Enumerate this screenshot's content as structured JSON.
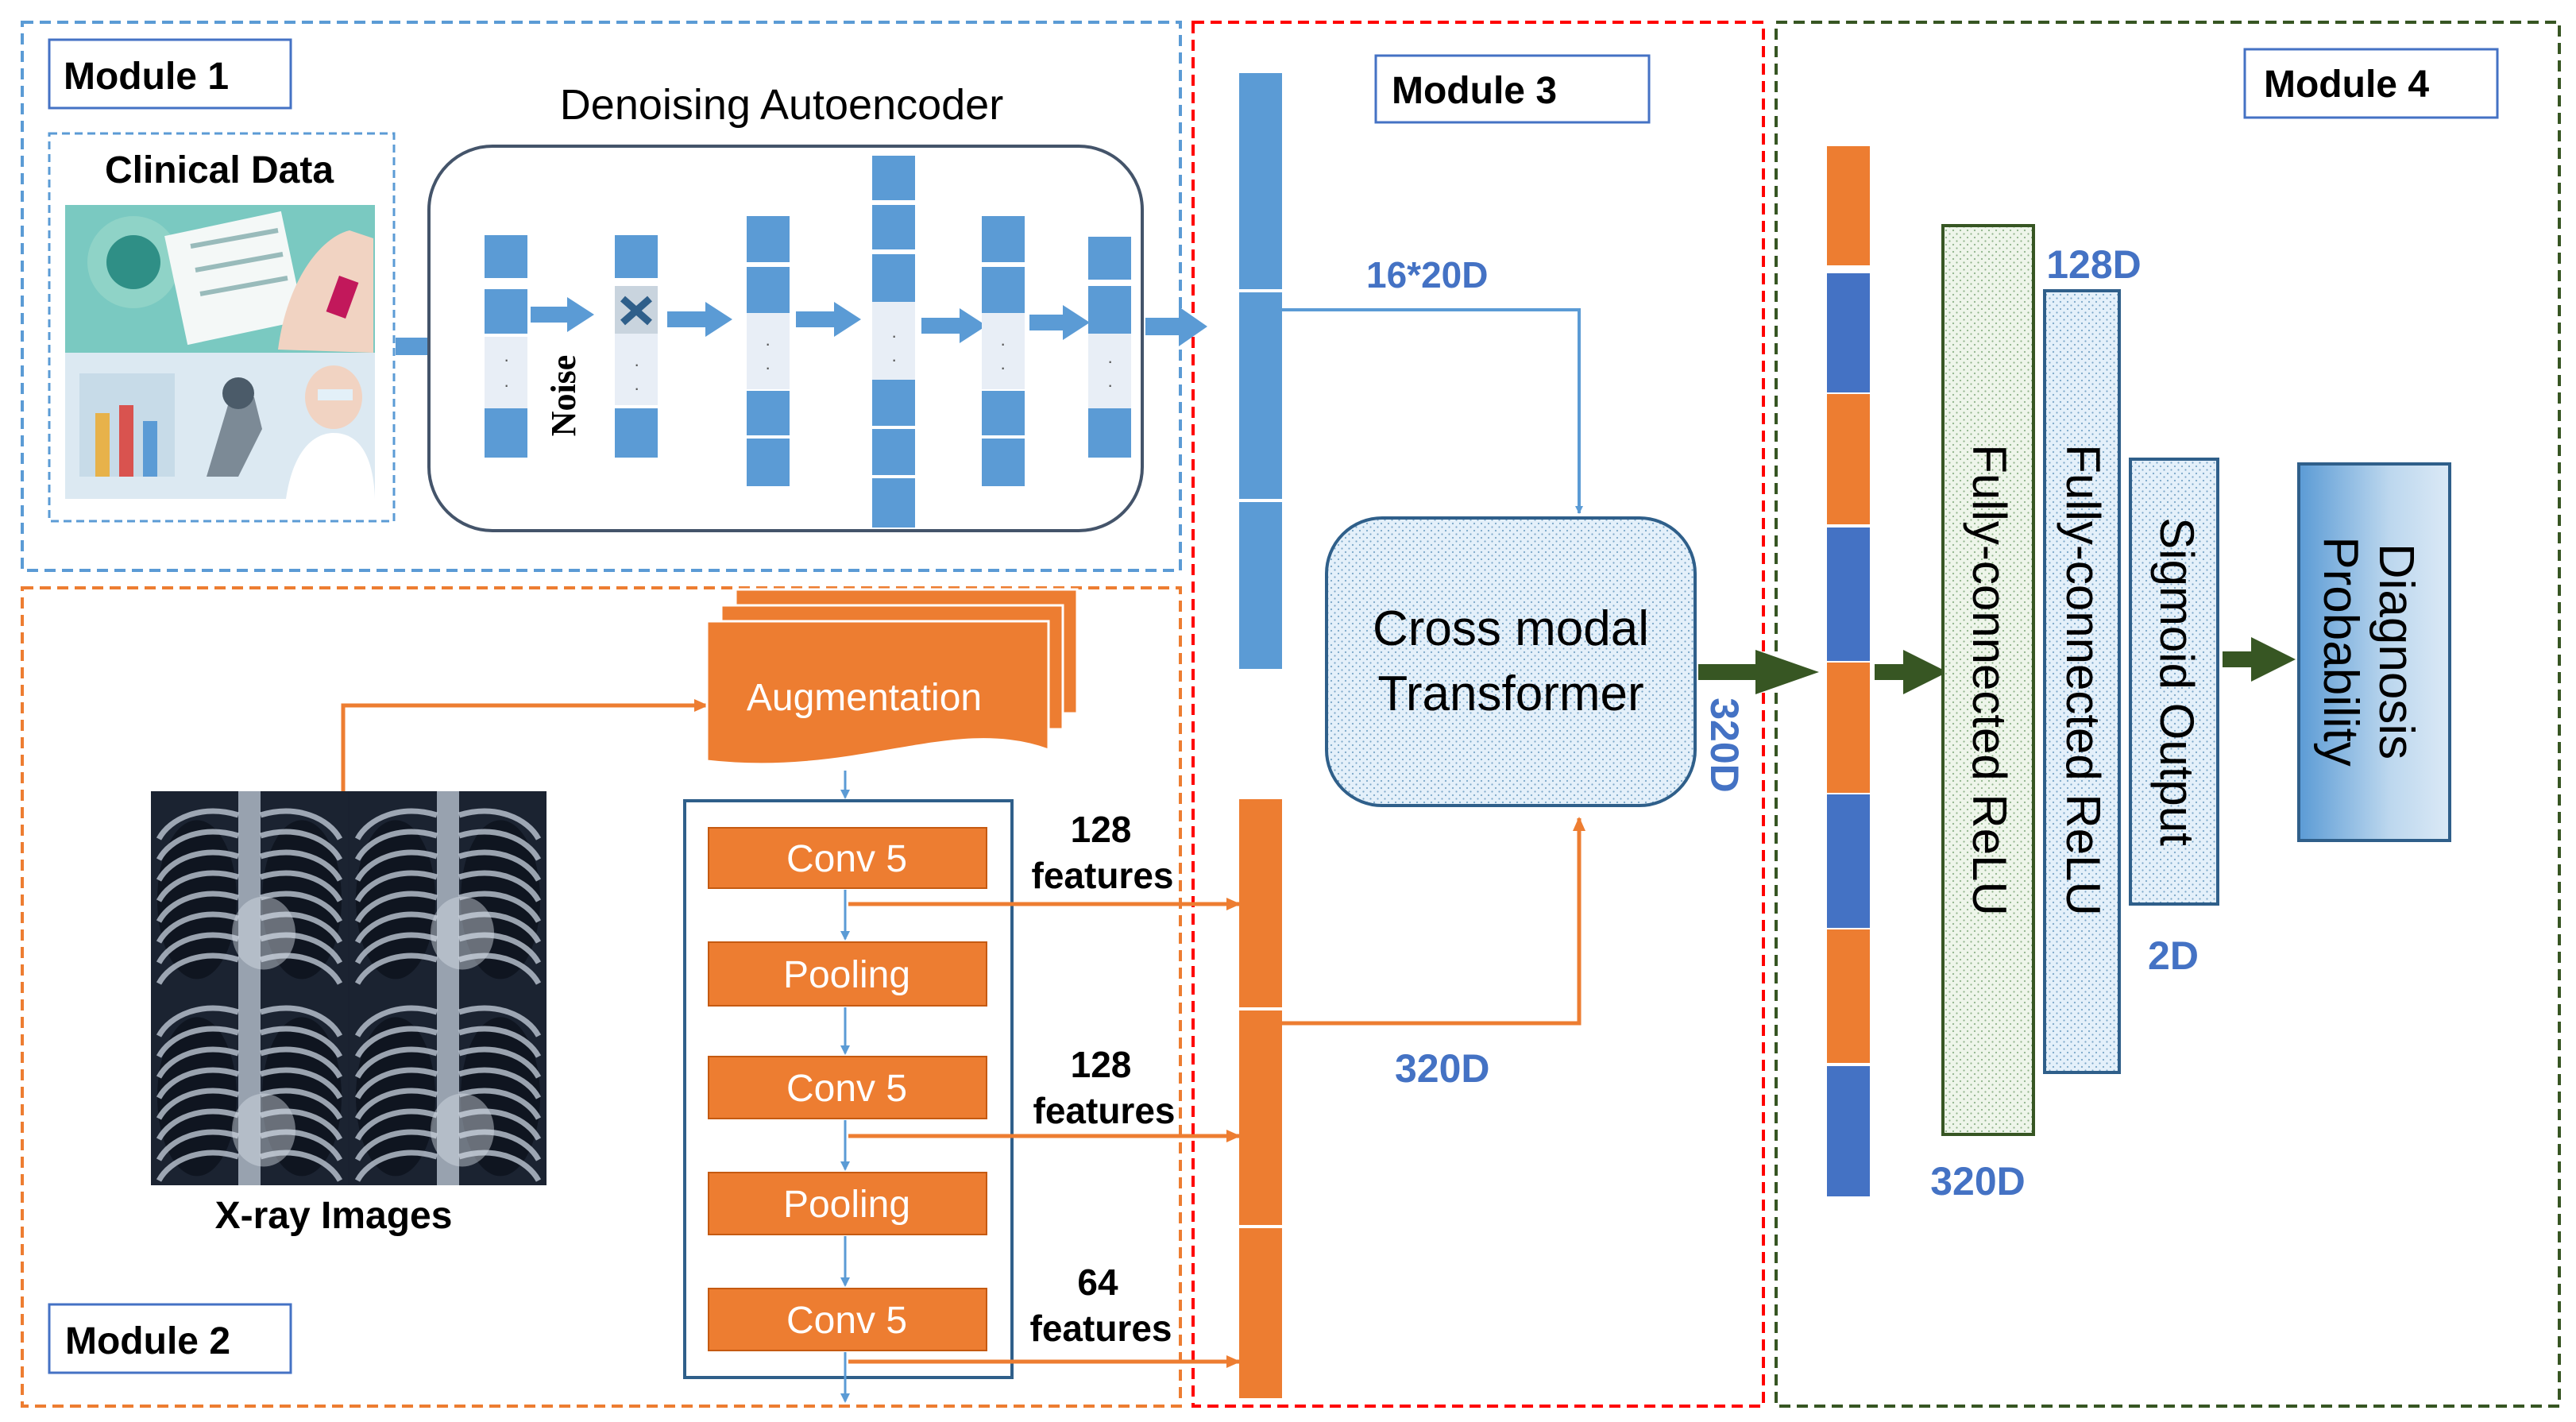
{
  "modules": {
    "m1": "Module  1",
    "m2": "Module  2",
    "m3": "Module  3",
    "m4": "Module  4"
  },
  "module1": {
    "clinical_title": "Clinical  Data",
    "dae_title": "Denoising Autoencoder",
    "noise_label": "Noise",
    "dots": "·"
  },
  "module2": {
    "augmentation": "Augmentation",
    "xray_label": "X-ray Images",
    "layers": [
      "Conv 5",
      "Pooling",
      "Conv 5",
      "Pooling",
      "Conv 5"
    ],
    "feat1_num": "128",
    "feat1_word": "features",
    "feat2_num": "128",
    "feat2_word": "features",
    "feat3_num": "64",
    "feat3_word": "features"
  },
  "module3": {
    "dim_clinical": "16*20D",
    "dim_image": "320D",
    "transformer_line1": "Cross modal",
    "transformer_line2": "Transformer",
    "transformer_out": "320D"
  },
  "module4": {
    "dim_concat": "320D",
    "fc1": "Fully-connected ReLU",
    "fc2": "Fully-connected ReLU",
    "fc2_dim": "128D",
    "sigmoid": "Sigmoid Output",
    "sigmoid_dim": "2D",
    "output_line1": "Diagnosis",
    "output_line2": "Probability"
  },
  "colors": {
    "blue": "#5b9bd5",
    "blue_dark": "#4472c4",
    "orange": "#ed7d31",
    "dim_text": "#4472c4",
    "green_arrow": "#375623",
    "module1_border": "#5b9bd5",
    "module2_border": "#ed7d31",
    "module3_border": "#ff0000",
    "module4_border": "#375623"
  }
}
